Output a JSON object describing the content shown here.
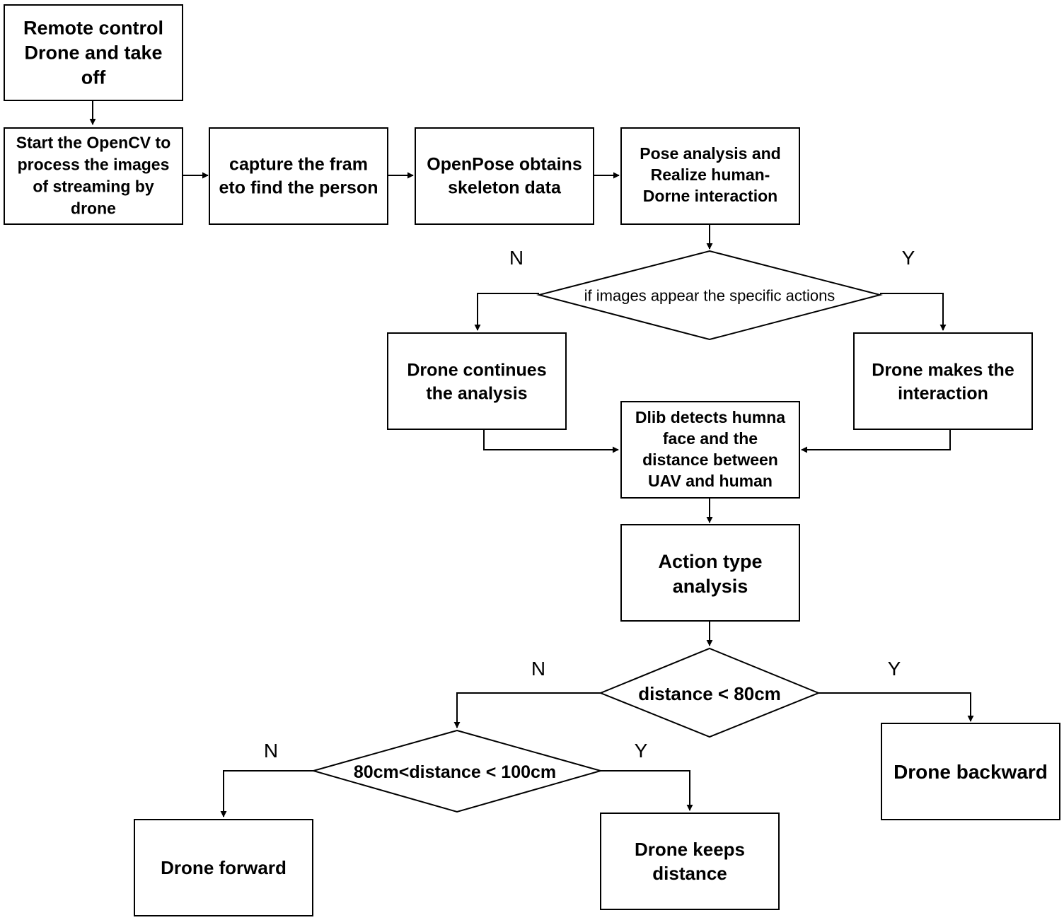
{
  "nodes": {
    "takeoff": [
      "Remote control",
      "Drone and take",
      "off"
    ],
    "opencv": [
      "Start the OpenCV to",
      "process the images",
      "of streaming by",
      "drone"
    ],
    "capture": [
      "capture the fram",
      "eto find the person"
    ],
    "openpose": [
      "OpenPose obtains",
      "skeleton data"
    ],
    "pose_analysis": [
      "Pose analysis and",
      "Realize human-",
      "Dorne interaction"
    ],
    "decision_actions": [
      "if images appear the specific actions"
    ],
    "continue_analysis": [
      "Drone continues",
      "the analysis"
    ],
    "make_interaction": [
      "Drone makes the",
      "interaction"
    ],
    "dlib": [
      "Dlib detects humna",
      "face and the",
      "distance between",
      "UAV and human"
    ],
    "action_type": [
      "Action type",
      "analysis"
    ],
    "decision_80": [
      "distance < 80cm"
    ],
    "decision_80_100": [
      "80cm<distance < 100cm"
    ],
    "backward": [
      "Drone backward"
    ],
    "forward": [
      "Drone forward"
    ],
    "keeps_distance": [
      "Drone keeps",
      "distance"
    ]
  },
  "branch_labels": {
    "actions_no": "N",
    "actions_yes": "Y",
    "d80_no": "N",
    "d80_yes": "Y",
    "d80_100_no": "N",
    "d80_100_yes": "Y"
  },
  "colors": {
    "stroke": "#000000",
    "fill": "#ffffff",
    "text": "#000000"
  }
}
